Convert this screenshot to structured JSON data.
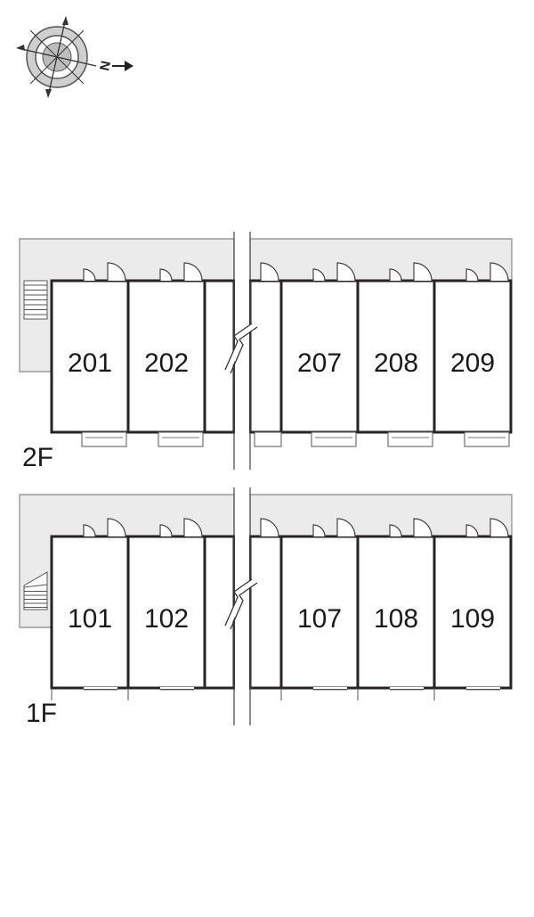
{
  "compass": {
    "north_label": "N",
    "icon": "compass-rose-icon"
  },
  "floors": [
    {
      "id": "2f",
      "label": "2F",
      "left_rooms": [
        "201",
        "202"
      ],
      "right_rooms": [
        "207",
        "208",
        "209"
      ]
    },
    {
      "id": "1f",
      "label": "1F",
      "left_rooms": [
        "101",
        "102"
      ],
      "right_rooms": [
        "107",
        "108",
        "109"
      ]
    }
  ],
  "colors": {
    "wall": "#2b2222",
    "corridor": "#ebebeb",
    "outline": "#888888"
  }
}
